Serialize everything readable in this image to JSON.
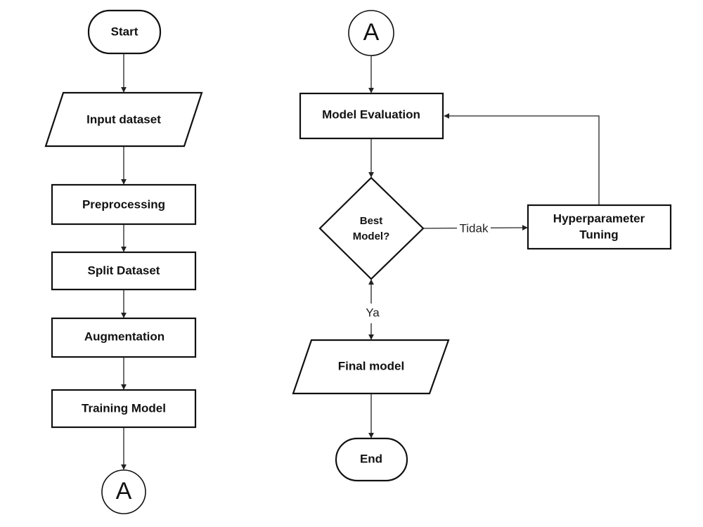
{
  "nodes": {
    "start": "Start",
    "input_dataset": "Input dataset",
    "preprocessing": "Preprocessing",
    "split_dataset": "Split Dataset",
    "augmentation": "Augmentation",
    "training_model": "Training Model",
    "connector_out": "A",
    "connector_in": "A",
    "model_evaluation": "Model Evaluation",
    "decision_line1": "Best",
    "decision_line2": "Model?",
    "tuning_line1": "Hyperparameter",
    "tuning_line2": "Tuning",
    "final_model": "Final model",
    "end": "End"
  },
  "edges": {
    "no_label": "Tidak",
    "yes_label": "Ya"
  }
}
